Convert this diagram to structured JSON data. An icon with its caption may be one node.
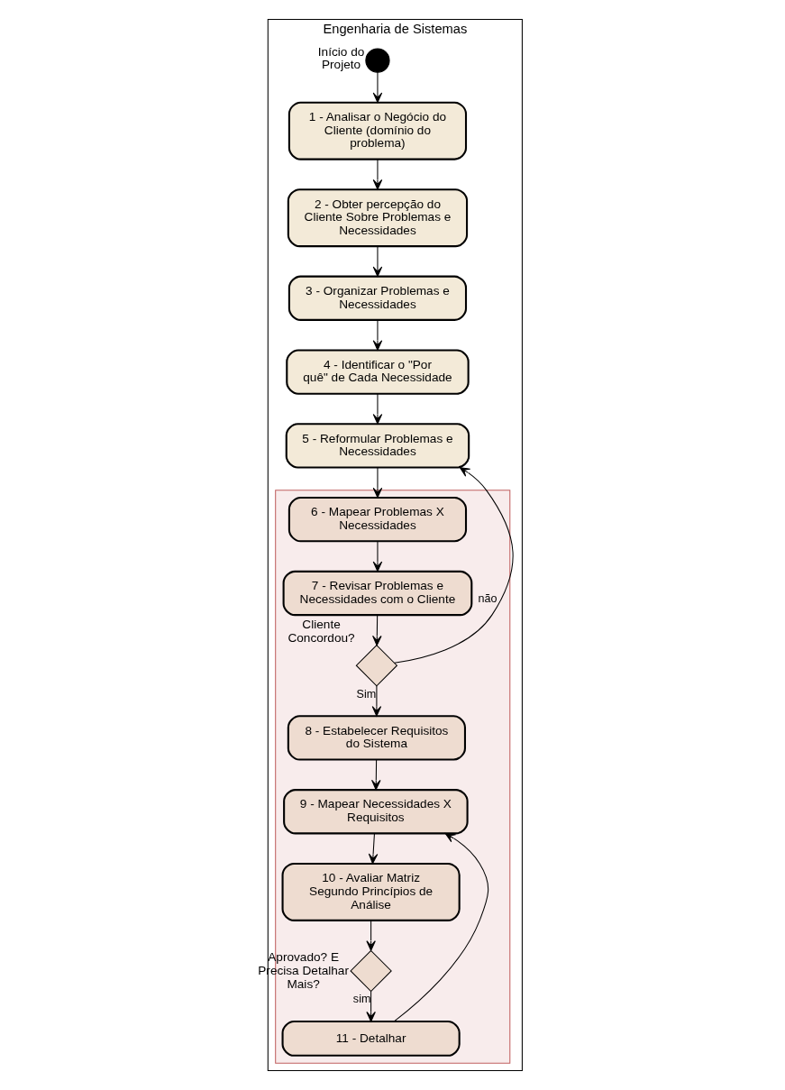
{
  "diagram": {
    "nodes": [
      {
        "text": [
          "Engenharia de Sistemas"
        ]
      },
      {
        "text": [],
        "shape": "circle",
        "beside": [
          "Início do Projeto"
        ],
        "in": 0
      },
      {
        "text": [
          "1 - Analisar o Negócio do Cliente (domínio do problema)"
        ],
        "in": 0
      },
      {
        "text": [
          "2 - Obter percepção do Cliente Sobre Problemas e Necessidades"
        ],
        "in": 0
      },
      {
        "text": [
          "3 - Organizar Problemas e Necessidades"
        ],
        "in": 0
      },
      {
        "text": [
          "4 - Identificar o \"Por quê\" de Cada Necessidade"
        ],
        "in": 0
      },
      {
        "text": [
          "5 - Reformular Problemas e Necessidades"
        ],
        "in": 0
      },
      {
        "text": [],
        "shape": "box",
        "in": 0
      },
      {
        "text": [
          "6 - Mapear Problemas X Necessidades"
        ],
        "in": 7
      },
      {
        "text": [
          "7 - Revisar Problemas e Necessidades com o Cliente"
        ],
        "in": 7
      },
      {
        "text": [],
        "shape": "diamond",
        "beside": [
          "Cliente Concordou?"
        ],
        "in": 7
      },
      {
        "text": [
          "8 - Estabelecer Requisitos do Sistema"
        ],
        "in": 7
      },
      {
        "text": [
          "9 - Mapear Necessidades X Requisitos"
        ],
        "in": 7
      },
      {
        "text": [
          "10 - Avaliar Matriz Segundo Princípios de Análise"
        ],
        "in": 7
      },
      {
        "text": [],
        "shape": "diamond",
        "beside": [
          "Aprovado? E Precisa Detalhar Mais?"
        ],
        "in": 7
      },
      {
        "text": [
          "11 - Detalhar"
        ],
        "in": 7
      }
    ],
    "edges": [
      {
        "from": 1,
        "to": 2,
        "arrow": "to"
      },
      {
        "from": 2,
        "to": 3,
        "arrow": "to"
      },
      {
        "from": 3,
        "to": 4,
        "arrow": "to"
      },
      {
        "from": 4,
        "to": 5,
        "arrow": "to"
      },
      {
        "from": 5,
        "to": 6,
        "arrow": "to"
      },
      {
        "from": 6,
        "to": 8,
        "arrow": "to"
      },
      {
        "from": 8,
        "to": 9,
        "arrow": "to"
      },
      {
        "from": 9,
        "to": 10,
        "arrow": "to"
      },
      {
        "from": 10,
        "to": 11,
        "arrow": "to",
        "label": "Sim"
      },
      {
        "from": 10,
        "to": 6,
        "arrow": "to",
        "label": "não"
      },
      {
        "from": 11,
        "to": 12,
        "arrow": "to"
      },
      {
        "from": 12,
        "to": 13,
        "arrow": "to"
      },
      {
        "from": 13,
        "to": 14,
        "arrow": "to"
      },
      {
        "from": 14,
        "to": 15,
        "arrow": "to",
        "label": "sim"
      },
      {
        "from": 15,
        "to": 12,
        "arrow": "to"
      }
    ]
  }
}
